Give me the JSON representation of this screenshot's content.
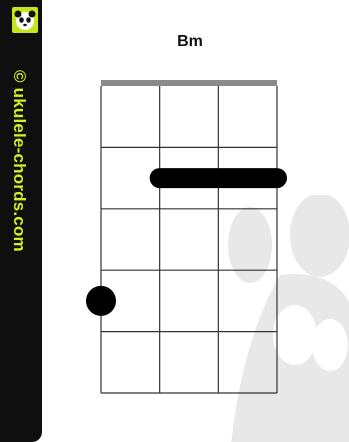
{
  "sidebar": {
    "site_name": "© ukulele-chords.com",
    "logo_icon": "panda-icon",
    "background_color": "#0f0f0f",
    "text_color": "#d4ee1f"
  },
  "chord": {
    "name": "Bm",
    "strings": 4,
    "frets_shown": 5,
    "barre": {
      "fret": 2,
      "from_string": 2,
      "to_string": 4
    },
    "dots": [
      {
        "string": 1,
        "fret": 4
      }
    ]
  },
  "colors": {
    "nut": "#8a8a8a",
    "grid": "#333333",
    "markers": "#000000"
  }
}
